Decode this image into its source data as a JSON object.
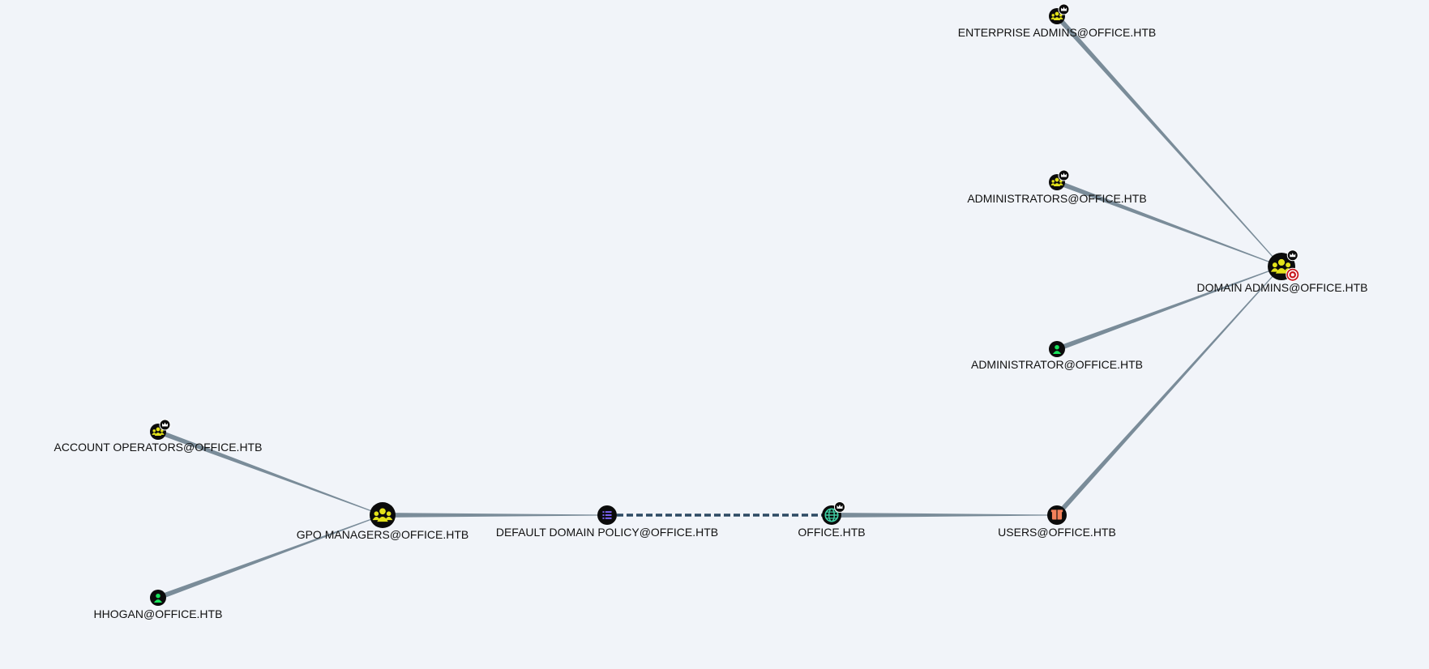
{
  "graph": {
    "colors": {
      "background": "#f1f4f9",
      "edge": "#7a8c99",
      "dashed_edge": "#2c4a63",
      "node_fill": "#0b0b0b",
      "group_icon": "#e3e21a",
      "user_icon": "#17e35a",
      "gpo_icon": "#7b63f2",
      "domain_icon": "#3fcfa5",
      "container_icon": "#f2805a",
      "high_value_badge": "#c8171d",
      "label": "#111111"
    },
    "nodes": [
      {
        "id": "enterprise_admins",
        "label": "ENTERPRISE ADMINS@OFFICE.HTB",
        "kind": "group",
        "icon": "group-icon",
        "badges": [
          "crown-badge-icon"
        ]
      },
      {
        "id": "administrators",
        "label": "ADMINISTRATORS@OFFICE.HTB",
        "kind": "group",
        "icon": "group-icon",
        "badges": [
          "crown-badge-icon"
        ]
      },
      {
        "id": "domain_admins",
        "label": "DOMAIN ADMINS@OFFICE.HTB",
        "kind": "group",
        "icon": "group-icon",
        "badges": [
          "crown-badge-icon",
          "high-value-target-icon"
        ]
      },
      {
        "id": "administrator",
        "label": "ADMINISTRATOR@OFFICE.HTB",
        "kind": "user",
        "icon": "user-icon",
        "badges": []
      },
      {
        "id": "account_operators",
        "label": "ACCOUNT OPERATORS@OFFICE.HTB",
        "kind": "group",
        "icon": "group-icon",
        "badges": [
          "crown-badge-icon"
        ]
      },
      {
        "id": "gpo_managers",
        "label": "GPO MANAGERS@OFFICE.HTB",
        "kind": "group",
        "icon": "group-icon",
        "badges": []
      },
      {
        "id": "default_domain_policy",
        "label": "DEFAULT DOMAIN POLICY@OFFICE.HTB",
        "kind": "gpo",
        "icon": "list-icon",
        "badges": []
      },
      {
        "id": "office_htb",
        "label": "OFFICE.HTB",
        "kind": "domain",
        "icon": "globe-icon",
        "badges": [
          "crown-badge-icon"
        ]
      },
      {
        "id": "users",
        "label": "USERS@OFFICE.HTB",
        "kind": "container",
        "icon": "box-icon",
        "badges": []
      },
      {
        "id": "hhogan",
        "label": "HHOGAN@OFFICE.HTB",
        "kind": "user",
        "icon": "user-icon",
        "badges": []
      }
    ],
    "edges": [
      {
        "from": "enterprise_admins",
        "to": "domain_admins",
        "style": "solid"
      },
      {
        "from": "administrators",
        "to": "domain_admins",
        "style": "solid"
      },
      {
        "from": "administrator",
        "to": "domain_admins",
        "style": "solid"
      },
      {
        "from": "users",
        "to": "domain_admins",
        "style": "solid"
      },
      {
        "from": "account_operators",
        "to": "gpo_managers",
        "style": "solid"
      },
      {
        "from": "hhogan",
        "to": "gpo_managers",
        "style": "solid"
      },
      {
        "from": "gpo_managers",
        "to": "default_domain_policy",
        "style": "solid"
      },
      {
        "from": "default_domain_policy",
        "to": "office_htb",
        "style": "dashed"
      },
      {
        "from": "office_htb",
        "to": "users",
        "style": "solid"
      }
    ]
  }
}
